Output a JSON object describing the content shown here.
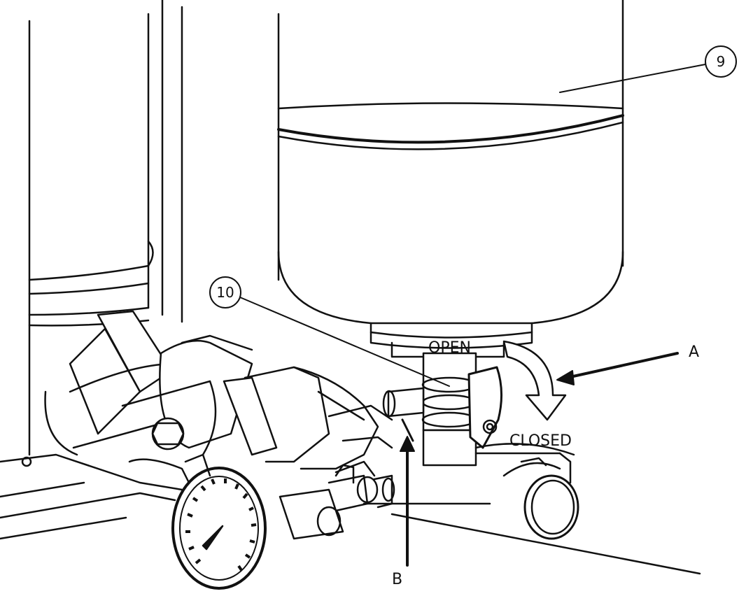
{
  "callouts": {
    "c9": "9",
    "c10": "10"
  },
  "labels": {
    "open": "OPEN",
    "closed": "CLOSED",
    "a": "A",
    "b": "B"
  },
  "colors": {
    "ink": "#111111",
    "paper": "#ffffff",
    "shade": "#d8d8d8"
  }
}
